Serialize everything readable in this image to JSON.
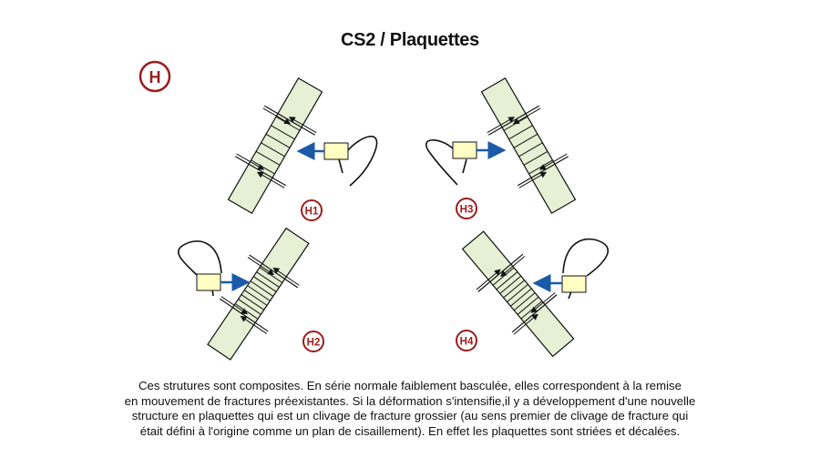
{
  "title": "CS2 / Plaquettes",
  "main_label": "H",
  "panels": [
    {
      "label": "H1"
    },
    {
      "label": "H3"
    },
    {
      "label": "H2"
    },
    {
      "label": "H4"
    }
  ],
  "description_lines": [
    "Ces strutures sont composites. En série normale faiblement basculée, elles correspondent à la remise",
    "en mouvement de fractures préexistantes. Si la déformation s'intensifie,il y a développement d'une nouvelle",
    "structure en plaquettes qui est un clivage de fracture grossier (au sens premier de clivage de fracture qui",
    "était défini à l'origine comme un plan de cisaillement). En effet les plaquettes sont striées et décalées."
  ],
  "colors": {
    "band_fill": "#e6f0d4",
    "shell_fill": "#ffffc4",
    "arrow_blue": "#1a5aa8",
    "label_red": "#9b1c1c"
  }
}
